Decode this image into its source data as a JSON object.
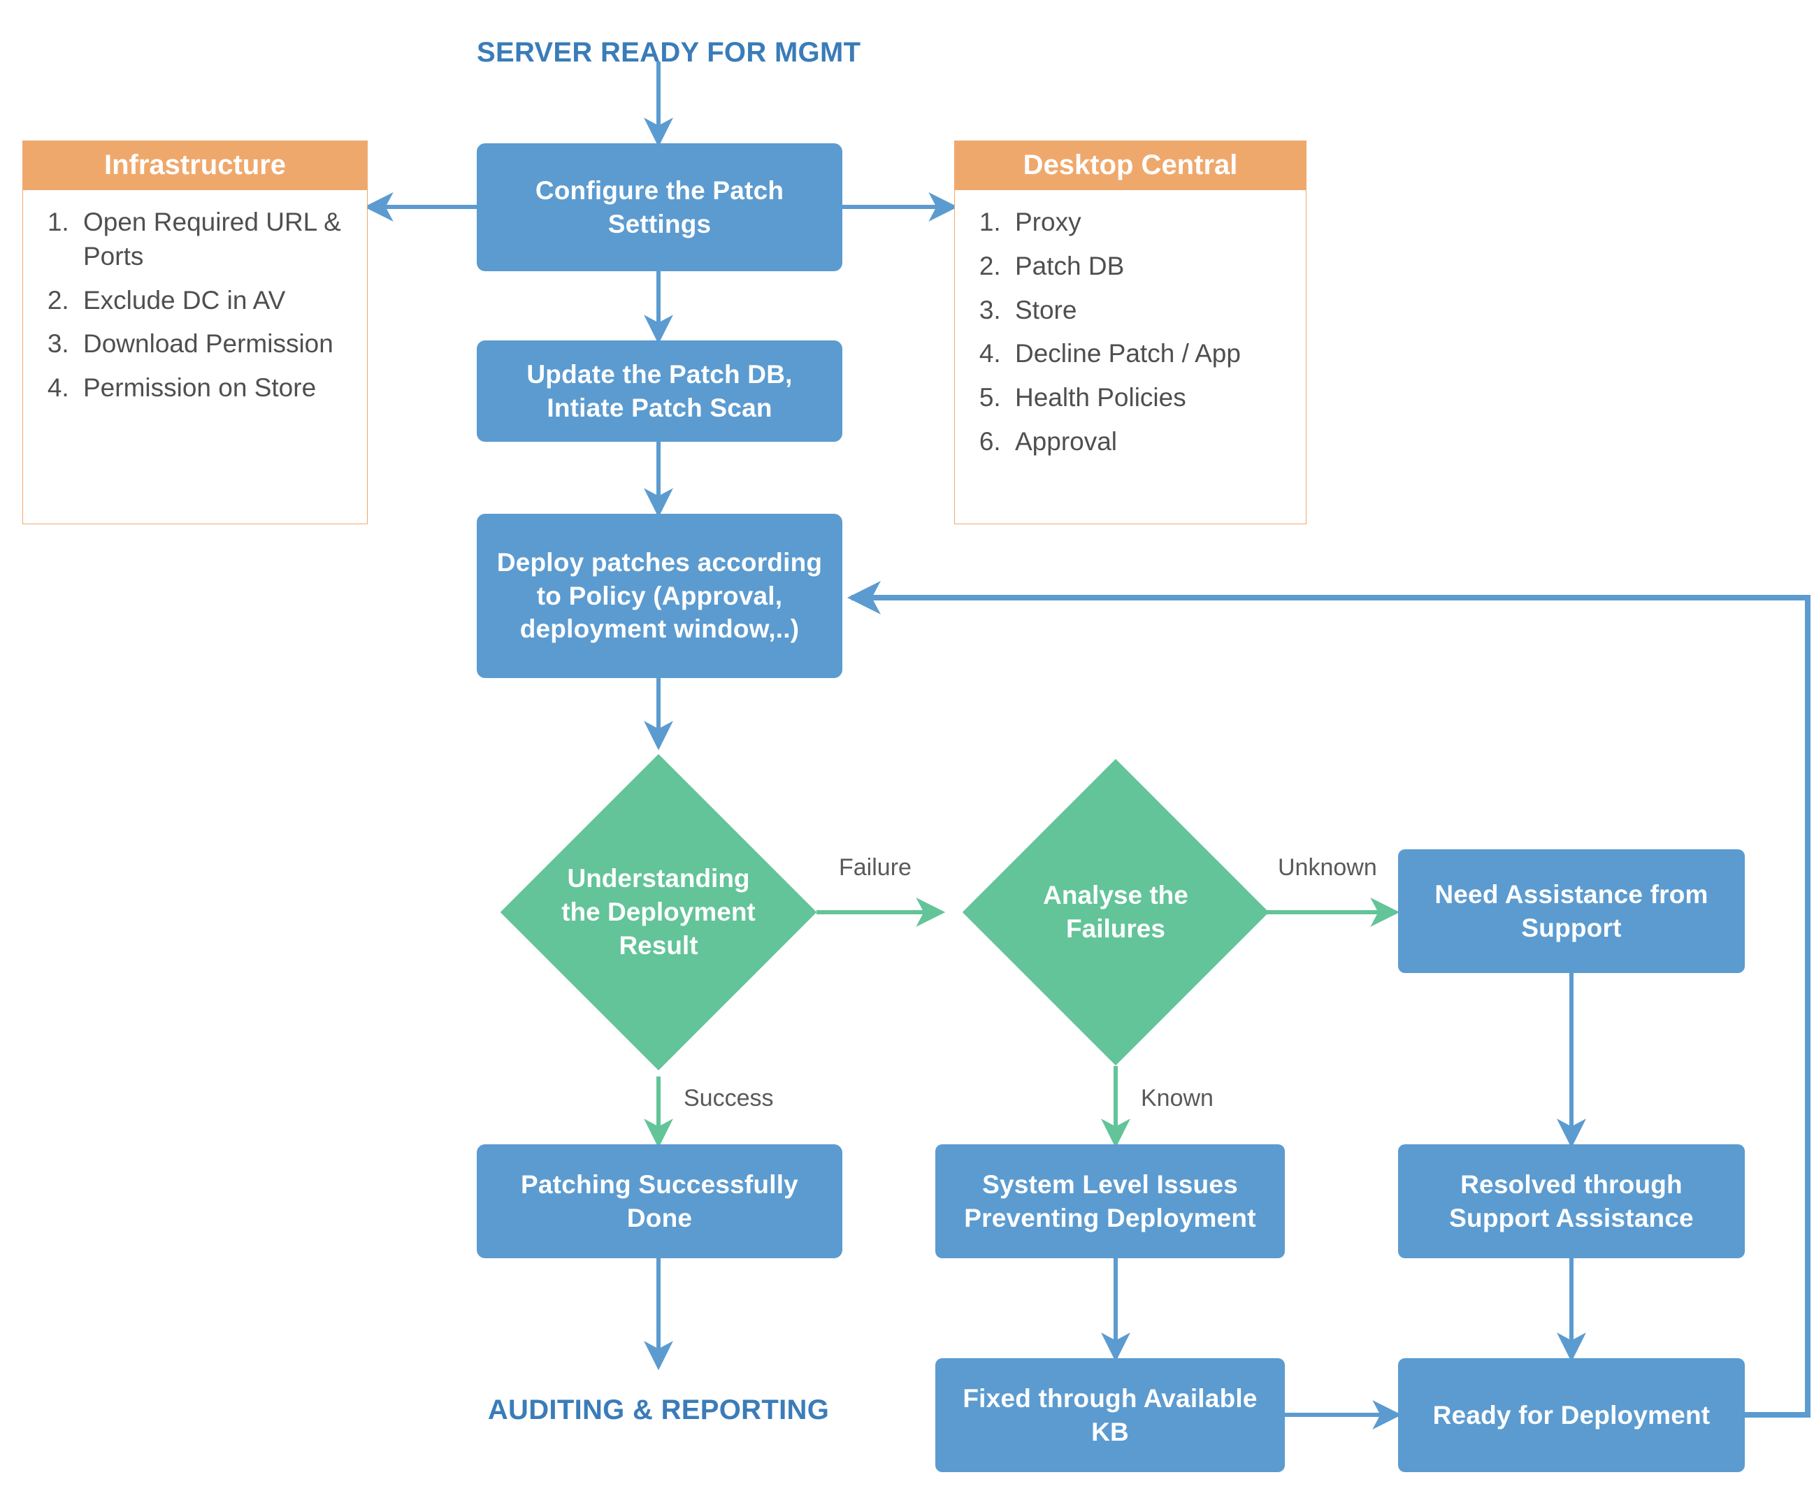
{
  "diagram": {
    "title_top": "SERVER READY FOR MGMT",
    "title_bottom": "AUDITING & REPORTING",
    "colors": {
      "process_fill": "#5B9BD0",
      "decision_fill": "#62C498",
      "panel_header_fill": "#EFA86C",
      "panel_border": "#EFA86C",
      "caption_text": "#3A7CB8",
      "edge_label_text": "#595959",
      "list_text": "#4F4F4F",
      "blue_connector": "#5B9BD0",
      "green_connector": "#62C498"
    }
  },
  "panels": [
    {
      "id": "infrastructure",
      "header": "Infrastructure",
      "items": [
        "Open Required URL & Ports",
        "Exclude DC in AV",
        "Download Permission",
        "Permission on Store"
      ]
    },
    {
      "id": "desktop-central",
      "header": "Desktop Central",
      "items": [
        "Proxy",
        "Patch DB",
        "Store",
        "Decline Patch / App",
        "Health Policies",
        "Approval"
      ]
    }
  ],
  "nodes": {
    "configure_patch_settings": "Configure the Patch Settings",
    "update_patch_db": "Update the Patch DB, Intiate Patch Scan",
    "deploy_patches": "Deploy patches according to Policy (Approval, deployment window,..)",
    "understanding_result": "Understanding the Deployment Result",
    "analyse_failures": "Analyse the Failures",
    "need_assistance": "Need Assistance from Support",
    "patching_done": "Patching Successfully Done",
    "system_level_issues": "System Level Issues Preventing Deployment",
    "resolved_through_support": "Resolved through Support Assistance",
    "fixed_through_kb": "Fixed through Available KB",
    "ready_for_deployment": "Ready for Deployment"
  },
  "edge_labels": {
    "failure": "Failure",
    "success": "Success",
    "unknown": "Unknown",
    "known": "Known"
  }
}
